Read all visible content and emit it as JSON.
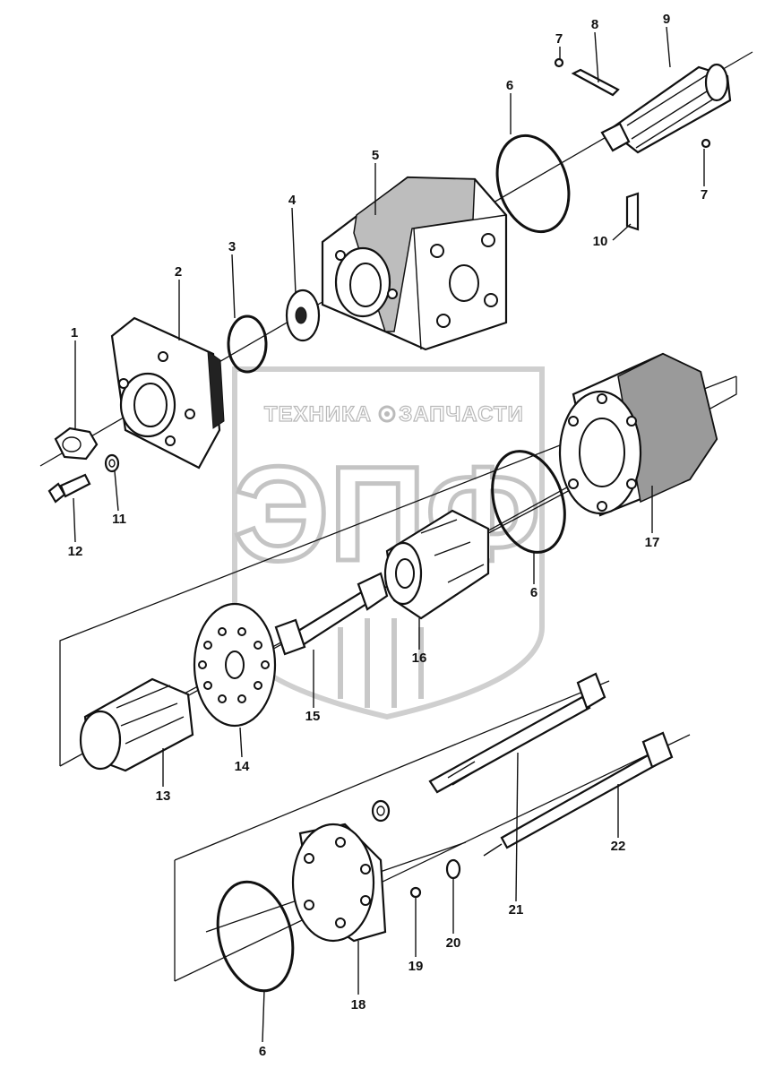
{
  "watermark": {
    "brand_left": "ТЕХНИКА",
    "brand_right": "ЗАПЧАСТИ",
    "logo_letters": "ЭПФ"
  },
  "callouts": {
    "p1": "1",
    "p2": "2",
    "p3": "3",
    "p4": "4",
    "p5": "5",
    "p6_top": "6",
    "p6_mid": "6",
    "p6_bottom": "6",
    "p7_left": "7",
    "p7_right": "7",
    "p8": "8",
    "p9": "9",
    "p10": "10",
    "p11": "11",
    "p12": "12",
    "p13": "13",
    "p14": "14",
    "p15": "15",
    "p16": "16",
    "p17": "17",
    "p18": "18",
    "p19": "19",
    "p20": "20",
    "p21": "21",
    "p22": "22"
  }
}
